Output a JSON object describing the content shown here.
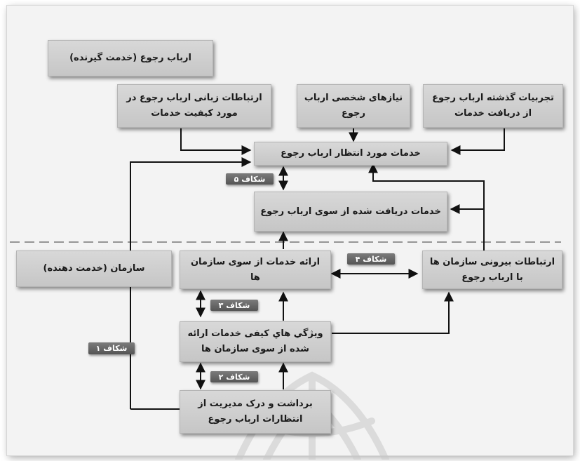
{
  "boxes": {
    "customers_title": "ارباب رجوع (خدمت گیرنده)",
    "verbal_comm": "ارتباطات زبانی ارباب رجوع در مورد کیفیت خدمات",
    "personal_needs": "نیازهای شخصی ارباب رجوع",
    "past_experience": "تجربیات گذشته ارباب رجوع از دریافت خدمات",
    "expected_service": "خدمات مورد انتظار ارباب رجوع",
    "perceived_service": "خدمات دریافت شده از سوی ارباب رجوع",
    "organization_title": "سازمان (خدمت دهنده)",
    "service_delivery": "ارائه خدمات از سوی سازمان ها",
    "external_comm": "ارتباطات بیرونی سازمان ها با ارباب رجوع",
    "service_quality_specs": "ویژگي هاي كيفی خدمات ارائه شده از سوی سازمان ها",
    "management_perception": "برداشت و درک مدیریت از انتظارات ارباب رجوع"
  },
  "gaps": {
    "gap1": "شکاف ۱",
    "gap2": "شکاف ۲",
    "gap3": "شکاف ۳",
    "gap4": "شکاف ۴",
    "gap5": "شکاف ۵"
  },
  "colors": {
    "box_fill": "#cfcfcf",
    "gap_fill": "#666666",
    "line": "#111111",
    "divider": "#777777",
    "background": "#f3f3f3"
  }
}
